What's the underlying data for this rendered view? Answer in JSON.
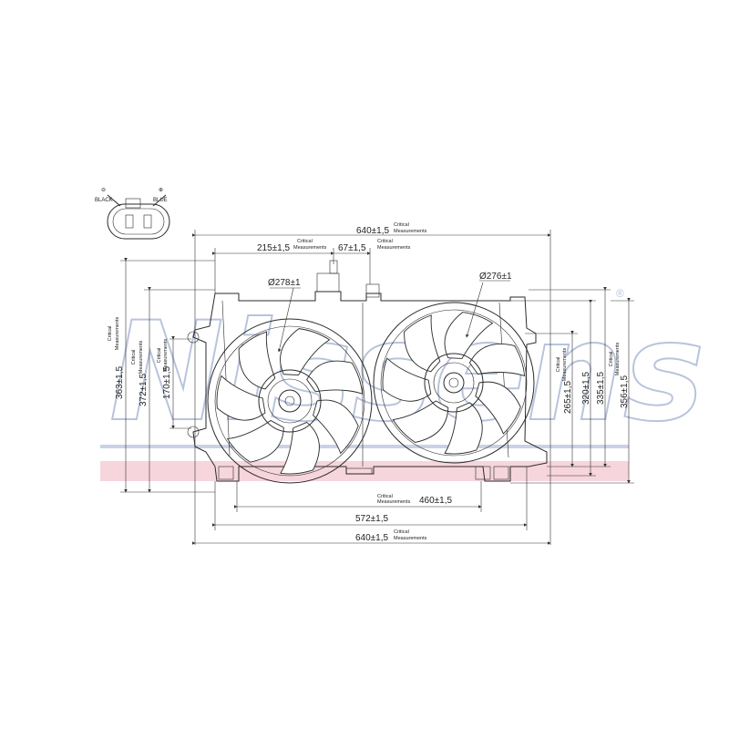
{
  "watermark": {
    "text": "Nissens",
    "registered": "®"
  },
  "connector": {
    "minus": "⊖",
    "plus": "⊕",
    "black_label": "BLACK",
    "blue_label": "BLUE"
  },
  "critical_label": {
    "line1": "Critical",
    "line2": "Measurements"
  },
  "dimensions": {
    "width_top": "640±1,5",
    "left_offset": "215±1,5",
    "mid_offset": "67±1,5",
    "fan_left_diameter": "Ø278±1",
    "fan_right_diameter": "Ø276±1",
    "height_left_outer": "363±1,5",
    "height_left_inner": "372±1,5",
    "mount_spacing_left": "170±1,5",
    "height_right_a": "265±1,5",
    "height_right_b": "320±1,5",
    "height_right_c": "335±1,5",
    "height_right_d": "356±1,5",
    "bottom_mount_spacing": "460±1,5",
    "bottom_width_a": "572±1,5",
    "bottom_width_b": "640±1,5"
  }
}
